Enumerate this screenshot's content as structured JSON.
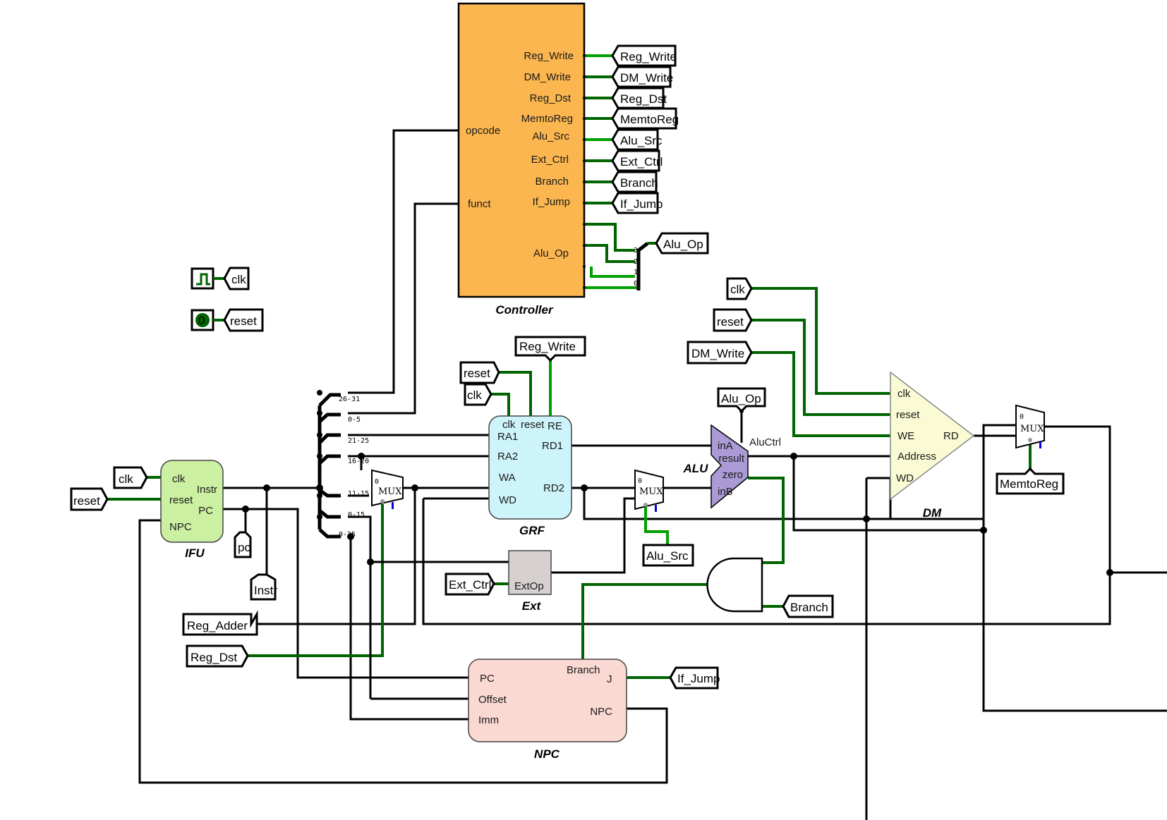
{
  "controller": {
    "title": "Controller",
    "inputs": [
      "opcode",
      "funct"
    ],
    "outputs": [
      "Reg_Write",
      "DM_Write",
      "Reg_Dst",
      "MemtoReg",
      "Alu_Src",
      "Ext_Ctrl",
      "Branch",
      "If_Jump",
      "Alu_Op"
    ]
  },
  "controller_tunnels": [
    "Reg_Write",
    "DM_Write",
    "Reg_Dst",
    "MemtoReg",
    "Alu_Src",
    "Ext_Ctrl",
    "Branch",
    "If_Jump",
    "Alu_Op"
  ],
  "aluop_bits": [
    "3",
    "2",
    "1",
    "0"
  ],
  "clock_tag": "clk",
  "reset_tag": "reset",
  "reset_const": "0",
  "ifu": {
    "title": "IFU",
    "pins": [
      "clk",
      "reset",
      "NPC",
      "Instr",
      "PC"
    ]
  },
  "ifu_tags": {
    "clk": "clk",
    "reset": "reset",
    "pc": "pc",
    "instr": "Instr"
  },
  "splitter_bits": [
    "26-31",
    "0-5",
    "21-25",
    "16-20",
    "11-15",
    "0-15",
    "0-25"
  ],
  "grf": {
    "title": "GRF",
    "pins": [
      "clk",
      "reset",
      "RE",
      "RA1",
      "RA2",
      "WA",
      "WD",
      "RD1",
      "RD2"
    ]
  },
  "grf_tags": {
    "reset": "reset",
    "clk": "clk",
    "reg_write": "Reg_Write"
  },
  "mux_label": "MUX",
  "mux_zero": "0",
  "alu": {
    "title": "ALU",
    "pins": [
      "inA",
      "inB",
      "result",
      "zero",
      "AluCtrl"
    ]
  },
  "alu_tags": {
    "alu_op": "Alu_Op",
    "alu_src": "Alu_Src"
  },
  "ext": {
    "title": "Ext",
    "pin": "ExtOp",
    "tag": "Ext_Ctrl"
  },
  "dm": {
    "title": "DM",
    "pins": [
      "clk",
      "reset",
      "WE",
      "Address",
      "WD",
      "RD"
    ]
  },
  "dm_tags": {
    "clk": "clk",
    "reset": "reset",
    "dm_write": "DM_Write",
    "memtoreg": "MemtoReg"
  },
  "and_tag": "Branch",
  "npc": {
    "title": "NPC",
    "pins": [
      "PC",
      "Offset",
      "Imm",
      "Branch",
      "J",
      "NPC"
    ]
  },
  "npc_tags": {
    "if_jump": "If_Jump",
    "reg_adder": "Reg_Adder",
    "reg_dst": "Reg_Dst"
  },
  "colors": {
    "controller": "#fbb64f",
    "ifu": "#ccf0a2",
    "grf": "#cdf4fa",
    "alu": "#aa9ad6",
    "ext": "#d6d0d0",
    "dm": "#fafad4",
    "npc": "#fad9d2",
    "wire_true": "#00a000",
    "wire_false": "#006400",
    "bus": "#000000"
  }
}
